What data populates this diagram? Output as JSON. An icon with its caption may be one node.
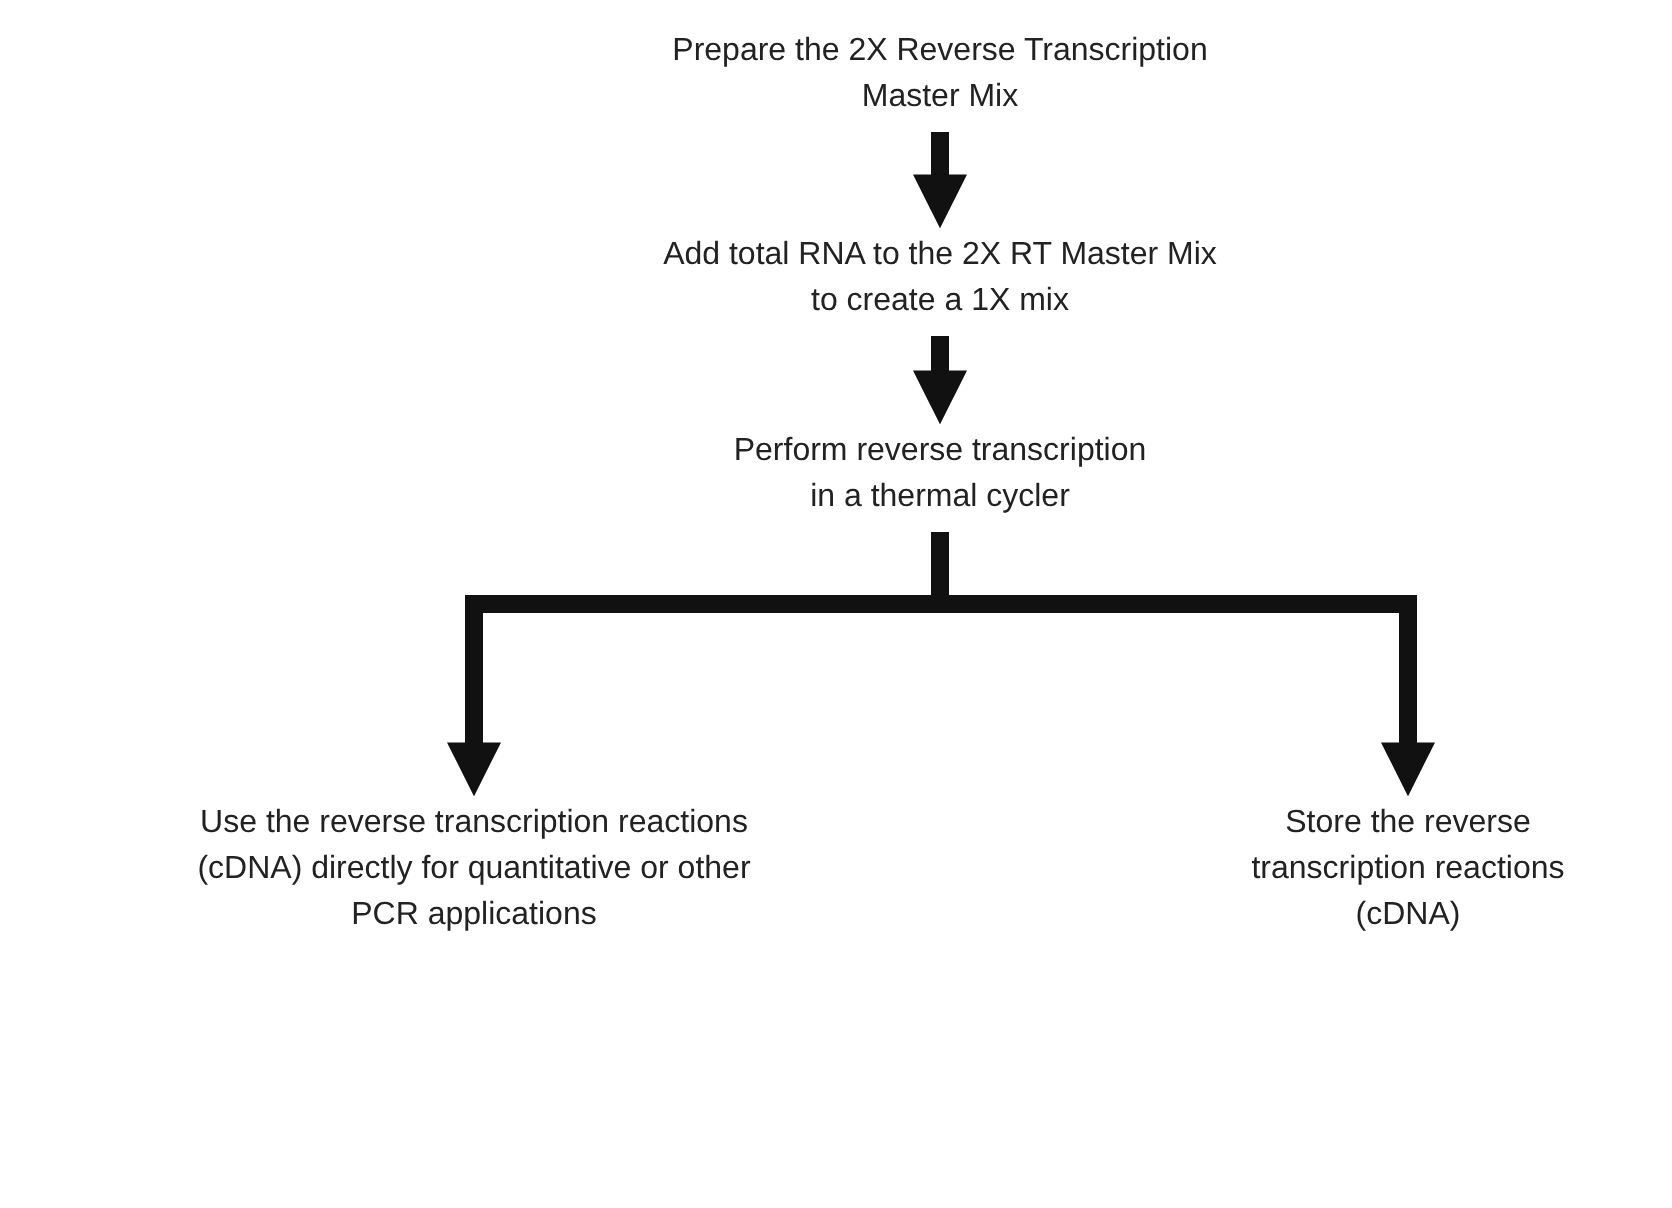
{
  "diagram": {
    "nodes": [
      {
        "text": [
          "Prepare the 2X Reverse Transcription Master Mix"
        ]
      },
      {
        "text": [
          "Add total RNA to the 2X RT Master Mix to create a 1X mix"
        ]
      },
      {
        "text": [
          "Perform reverse transcription in a thermal cycler"
        ]
      },
      {
        "text": [
          "Use the reverse transcription reactions (cDNA) directly for quantitative or other PCR applications"
        ]
      },
      {
        "text": [
          "Store the reverse transcription reactions (cDNA)"
        ]
      }
    ],
    "edges": [
      {
        "from": 0,
        "to": 1,
        "arrow": "to"
      },
      {
        "from": 1,
        "to": 2,
        "arrow": "to"
      },
      {
        "from": 2,
        "to": 3,
        "arrow": "to"
      },
      {
        "from": 2,
        "to": 4,
        "arrow": "to"
      }
    ]
  }
}
